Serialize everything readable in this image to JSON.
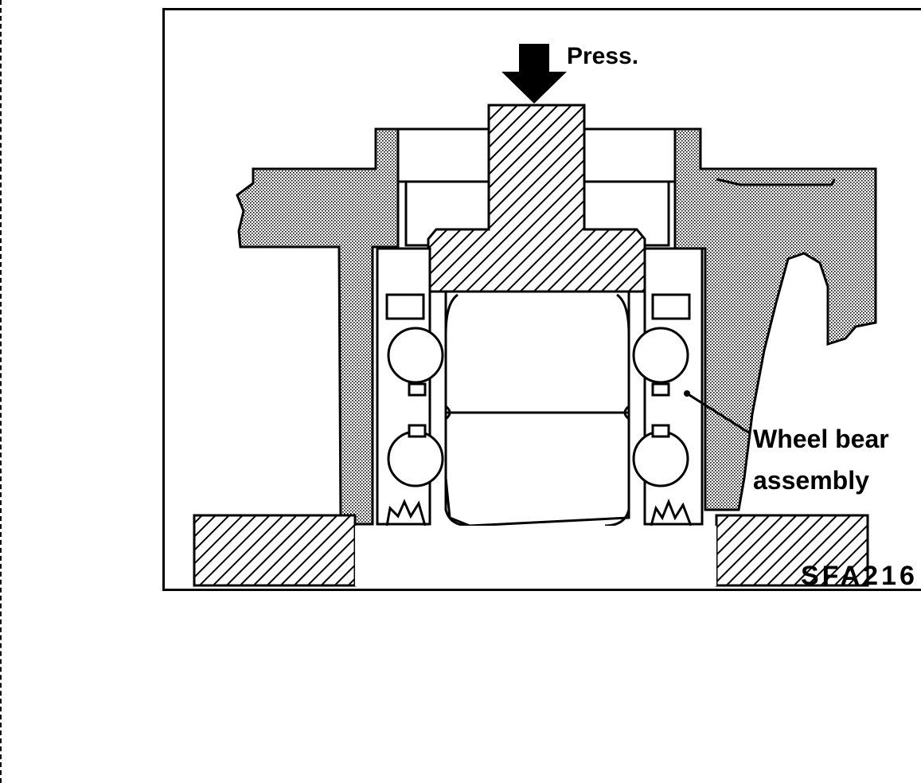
{
  "figure": {
    "press_label": "Press.",
    "callout_line1": "Wheel bear",
    "callout_line2": "assembly",
    "figure_code": "SFA216"
  }
}
